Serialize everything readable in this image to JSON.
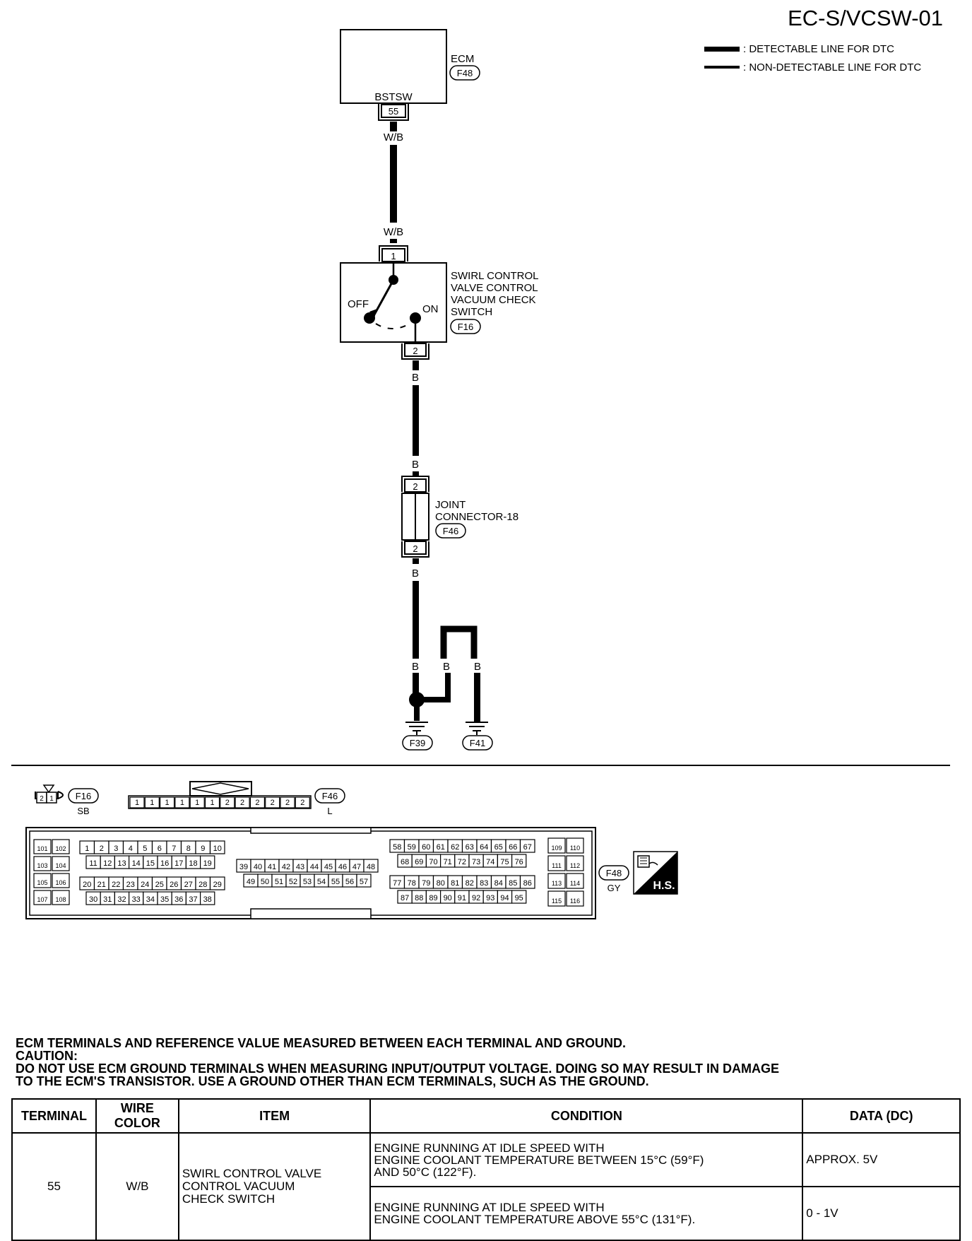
{
  "page_code": "EC-S/VCSW-01",
  "legend": {
    "detectable": ": DETECTABLE LINE FOR DTC",
    "non_detectable": ": NON-DETECTABLE LINE FOR DTC"
  },
  "ecm": {
    "name": "ECM",
    "connector": "F48",
    "terminal_name": "BSTSW",
    "terminal": "55"
  },
  "wires": {
    "ecm_to_switch": "W/B",
    "switch_to_joint": "B",
    "joint_to_ground": "B"
  },
  "switch": {
    "label_lines": [
      "SWIRL CONTROL",
      "VALVE CONTROL",
      "VACUUM CHECK",
      "SWITCH"
    ],
    "connector": "F16",
    "pin_top": "1",
    "pin_bottom": "2",
    "off": "OFF",
    "on": "ON"
  },
  "joint": {
    "label_lines": [
      "JOINT",
      "CONNECTOR-18"
    ],
    "connector": "F46",
    "pin_top": "2",
    "pin_bottom": "2"
  },
  "grounds": [
    "F39",
    "F41"
  ],
  "connector_views": {
    "f16": {
      "id": "F16",
      "color": "SB",
      "pins": [
        "2",
        "1"
      ]
    },
    "f46": {
      "id": "F46",
      "color": "L",
      "pins": [
        "1",
        "1",
        "1",
        "1",
        "1",
        "1",
        "2",
        "2",
        "2",
        "2",
        "2",
        "2"
      ]
    },
    "f48": {
      "id": "F48",
      "color": "GY"
    },
    "hs": "H.S."
  },
  "notes": [
    "ECM TERMINALS AND REFERENCE VALUE MEASURED BETWEEN EACH TERMINAL AND GROUND.",
    "CAUTION:",
    "DO NOT USE ECM GROUND TERMINALS WHEN MEASURING INPUT/OUTPUT VOLTAGE. DOING SO MAY RESULT IN DAMAGE",
    "TO THE ECM'S TRANSISTOR. USE A GROUND OTHER THAN ECM TERMINALS, SUCH AS THE GROUND."
  ],
  "table": {
    "headers": [
      "TERMINAL",
      "WIRE COLOR",
      "ITEM",
      "CONDITION",
      "DATA (DC)"
    ],
    "terminal": "55",
    "wire_color": "W/B",
    "item": [
      "SWIRL CONTROL VALVE",
      "CONTROL VACUUM",
      "CHECK SWITCH"
    ],
    "rows": [
      {
        "condition": [
          "ENGINE RUNNING AT IDLE SPEED WITH",
          "ENGINE COOLANT TEMPERATURE BETWEEN 15°C (59°F)",
          "AND 50°C (122°F)."
        ],
        "data": "APPROX. 5V"
      },
      {
        "condition": [
          "ENGINE RUNNING AT IDLE SPEED WITH",
          "ENGINE COOLANT TEMPERATURE ABOVE 55°C (131°F)."
        ],
        "data": "0 - 1V"
      }
    ]
  }
}
